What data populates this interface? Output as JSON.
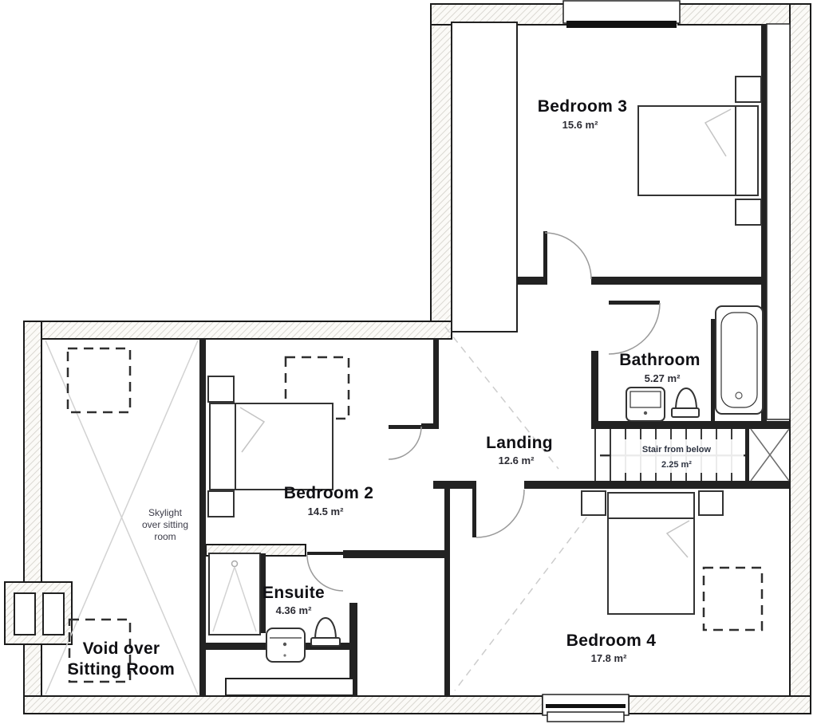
{
  "rooms": {
    "bedroom3": {
      "name": "Bedroom 3",
      "area": "15.6 m²"
    },
    "bathroom": {
      "name": "Bathroom",
      "area": "5.27 m²"
    },
    "landing": {
      "name": "Landing",
      "area": "12.6 m²"
    },
    "bedroom2": {
      "name": "Bedroom 2",
      "area": "14.5 m²"
    },
    "ensuite": {
      "name": "Ensuite",
      "area": "4.36 m²"
    },
    "bedroom4": {
      "name": "Bedroom 4",
      "area": "17.8 m²"
    }
  },
  "stair": {
    "line1": "Stair from below",
    "line2": "2.25 m²"
  },
  "skylight_note": {
    "line1": "Skylight",
    "line2": "over sitting",
    "line3": "room"
  },
  "void_note": {
    "line1": "Void over",
    "line2": "Sitting Room"
  },
  "colors": {
    "wall_line": "#1b1b1b",
    "hatch_line": "#d2cfc8",
    "light_line": "#cccccc",
    "label": "#101014"
  }
}
